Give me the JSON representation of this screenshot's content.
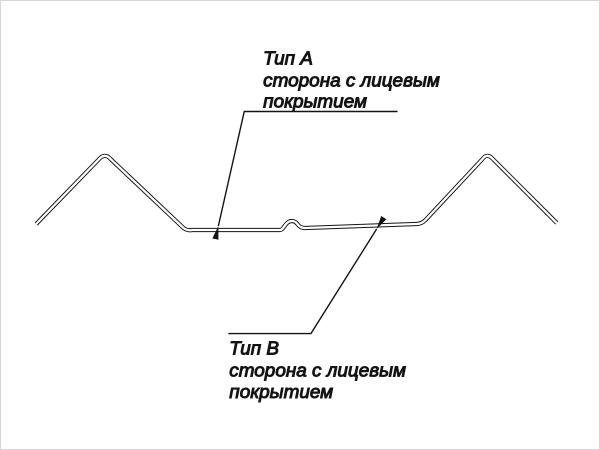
{
  "diagram": {
    "background": "#ffffff",
    "line_color": "#141414",
    "subject": "sheet-profile-cross-section",
    "callouts": {
      "type_a": {
        "title": "Тип А",
        "line1": "сторона с лицевым",
        "line2": "покрытием"
      },
      "type_b": {
        "title": "Тип В",
        "line1": "сторона с лицевым",
        "line2": "покрытием"
      }
    }
  }
}
